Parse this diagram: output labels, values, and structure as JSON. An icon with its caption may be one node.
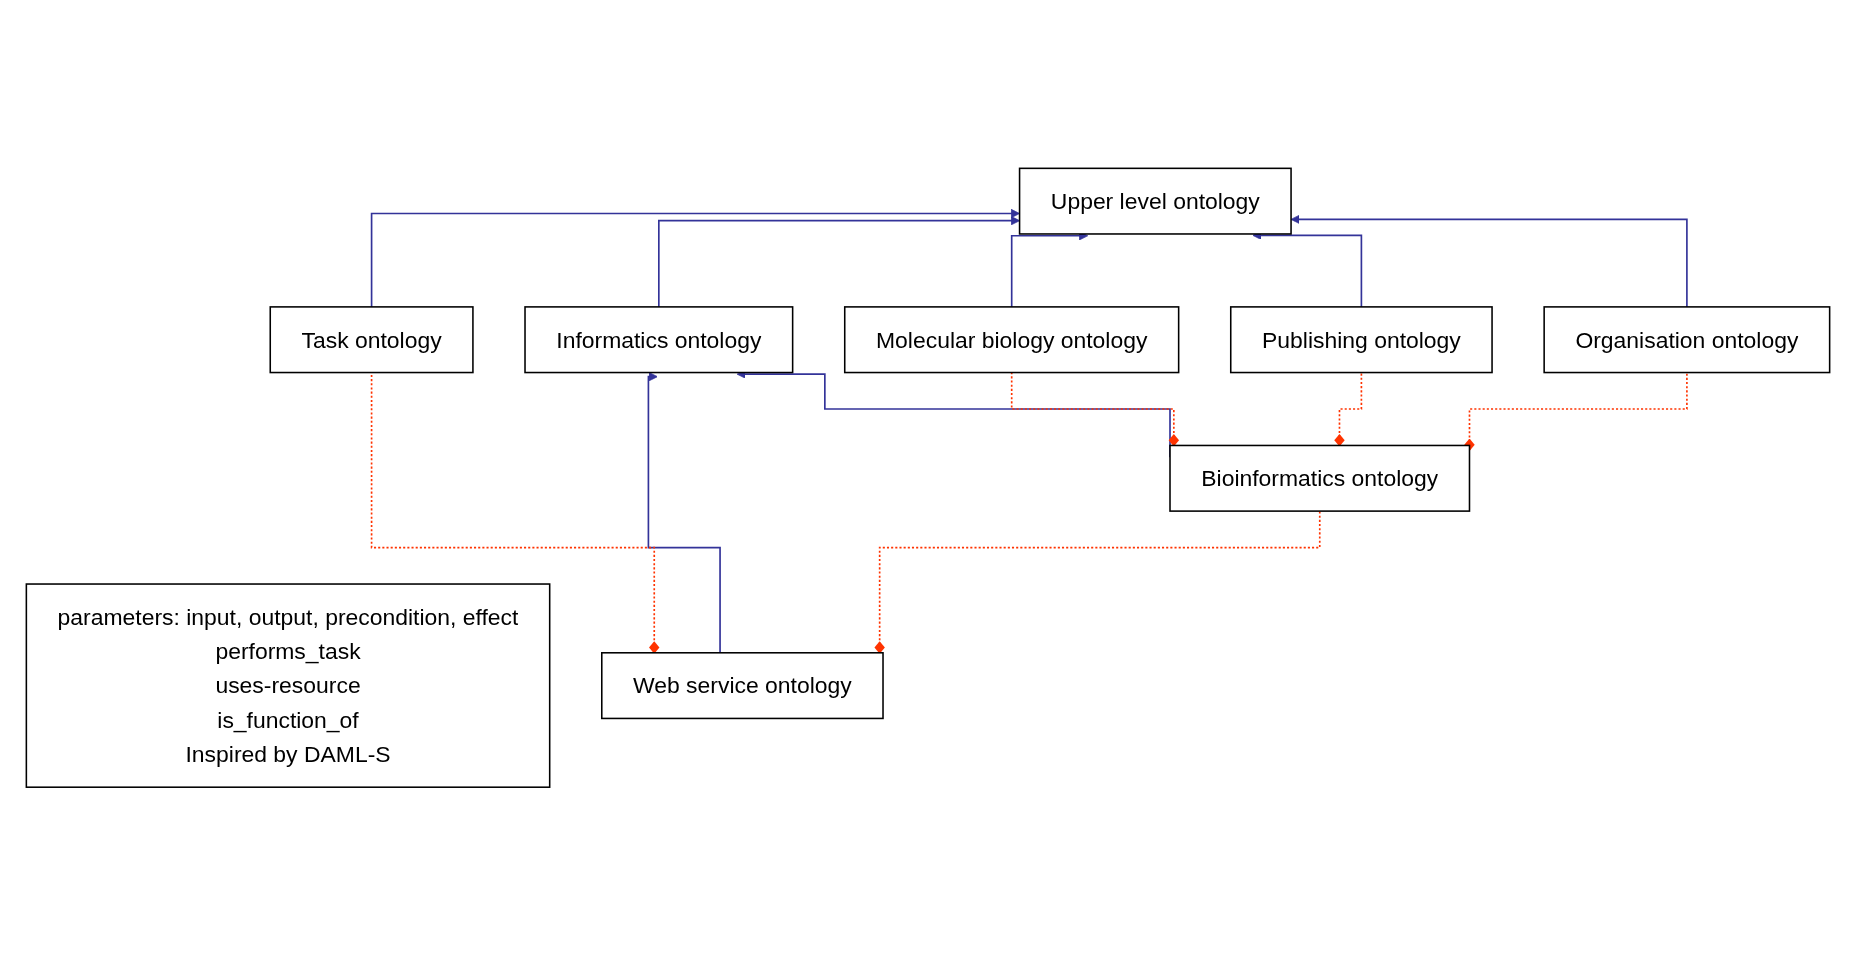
{
  "diagram": {
    "nodes": [
      {
        "text": [
          "Upper level ontology"
        ]
      },
      {
        "text": [
          "Task ontology"
        ]
      },
      {
        "text": [
          "Informatics ontology"
        ]
      },
      {
        "text": [
          "Molecular biology ontology"
        ]
      },
      {
        "text": [
          "Publishing ontology"
        ]
      },
      {
        "text": [
          "Organisation ontology"
        ]
      },
      {
        "text": [
          "Web service ontology"
        ]
      },
      {
        "text": [
          "Bioinformatics ontology"
        ]
      },
      {
        "text": [
          "parameters: input, output, precondition, effect",
          "performs_task",
          "uses-resource",
          "is_function_of",
          "Inspired by DAML-S"
        ]
      }
    ],
    "edges": [
      {
        "from": 1,
        "to": 0,
        "arrow": "to"
      },
      {
        "from": 2,
        "to": 0,
        "arrow": "to"
      },
      {
        "from": 3,
        "to": 0,
        "arrow": "to"
      },
      {
        "from": 4,
        "to": 0,
        "arrow": "to"
      },
      {
        "from": 5,
        "to": 0,
        "arrow": "to"
      },
      {
        "from": 6,
        "to": 2,
        "arrow": "to"
      },
      {
        "from": 7,
        "to": 2,
        "arrow": "to"
      },
      {
        "from": 6,
        "to": 1,
        "arrow": "other",
        "style": "dashed",
        "color": "#ff3300"
      },
      {
        "from": 6,
        "to": 7,
        "arrow": "other",
        "style": "dashed",
        "color": "#ff3300"
      },
      {
        "from": 7,
        "to": 3,
        "arrow": "other",
        "style": "dashed",
        "color": "#ff3300"
      },
      {
        "from": 7,
        "to": 4,
        "arrow": "other",
        "style": "dashed",
        "color": "#ff3300"
      },
      {
        "from": 7,
        "to": 5,
        "arrow": "other",
        "style": "dashed",
        "color": "#ff3300"
      }
    ]
  }
}
